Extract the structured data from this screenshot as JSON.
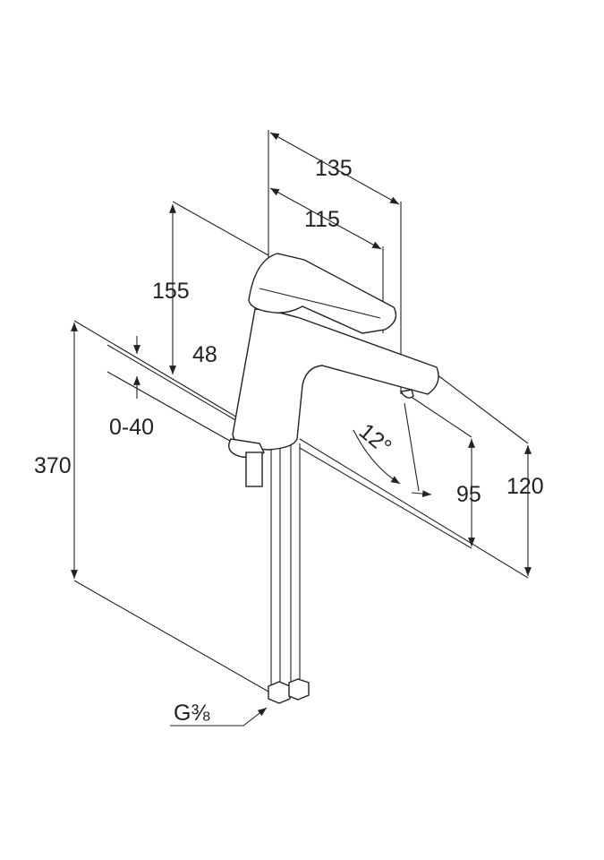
{
  "title": "Basin mixer dimension drawing",
  "dimensions": {
    "spout_reach_total": "135",
    "spout_reach_lever": "115",
    "height_top": "155",
    "body_diameter": "48",
    "deck_thickness": "0-40",
    "hose_length": "370",
    "spout_angle": "12°",
    "outlet_height": "95",
    "spout_height": "120",
    "connection_thread": "G⅜"
  }
}
